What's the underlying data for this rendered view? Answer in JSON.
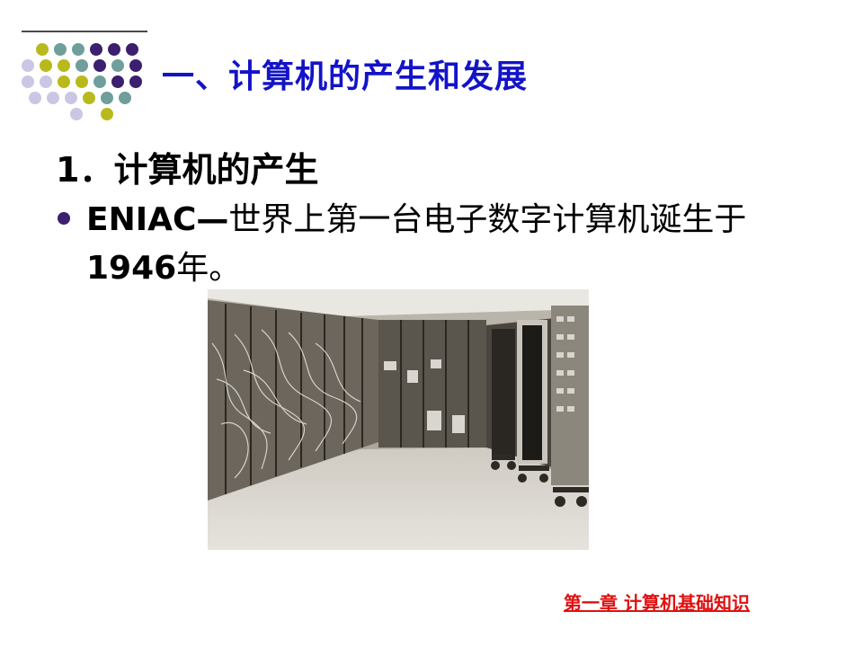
{
  "slide": {
    "title": "一、计算机的产生和发展",
    "subtitle": "1．计算机的产生",
    "bullet": {
      "bold_lead": "ENIAC—",
      "text_part1": "世界上第一台电子数字计算机诞生于",
      "bold_year": "1946",
      "text_part2": "年。"
    },
    "footer_link": "第一章 计算机基础知识"
  },
  "photo": {
    "subject": "ENIAC computer room photograph",
    "style": "black-and-white"
  },
  "decoration": {
    "dot_colors": {
      "olive": "#b8ba1c",
      "teal": "#6f9e9b",
      "purple": "#3c1f6e",
      "lavender": "#c9c7e3"
    }
  },
  "colors": {
    "title": "#1313c8",
    "footer": "#e01010",
    "bullet": "#3c1f6e"
  }
}
